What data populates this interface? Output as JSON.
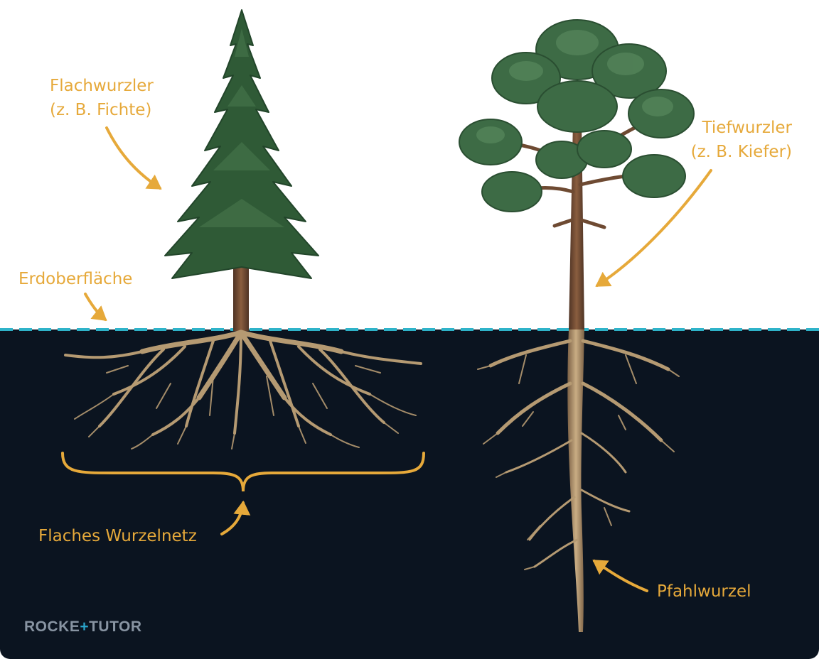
{
  "labels": {
    "flachwurzler_line1": "Flachwurzler",
    "flachwurzler_line2": "(z. B. Fichte)",
    "tiefwurzler_line1": "Tiefwurzler",
    "tiefwurzler_line2": "(z. B. Kiefer)",
    "erdoberflaeche": "Erdoberfläche",
    "flaches_wurzelnetz": "Flaches Wurzelnetz",
    "pfahlwurzel": "Pfahlwurzel"
  },
  "logo": {
    "part1": "ROCKE",
    "accent": "+",
    "part2": "TUTOR"
  },
  "colors": {
    "annotation": "#E6A93A",
    "soil": "#0b1420",
    "ground_line": "#2fb3c9",
    "root": "#b59a72",
    "spruce_foliage": "#2f5a36",
    "pine_foliage": "#3d6b45",
    "trunk": "#6e4a32"
  },
  "icons": [
    "logo-mark",
    "arrow-icon",
    "curly-brace-icon"
  ]
}
